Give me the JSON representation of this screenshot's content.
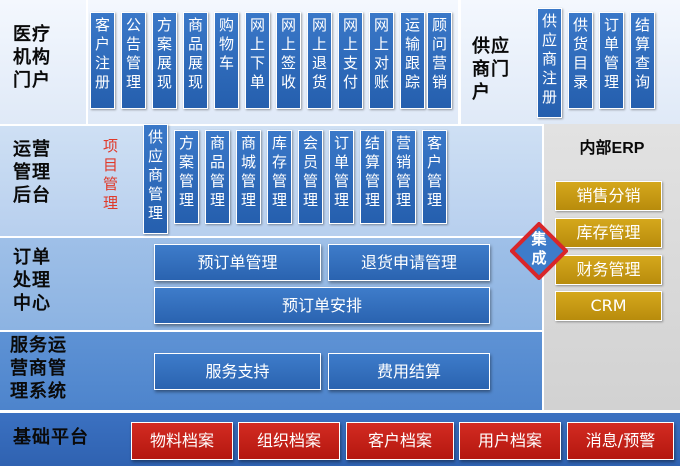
{
  "rows": {
    "portal": {
      "label": "医疗\n机构\n门户",
      "tiles": [
        "客户注册",
        "公告管理",
        "方案展现",
        "商品展现",
        "购物车",
        "网上下单",
        "网上签收",
        "网上退货",
        "网上支付",
        "网上对账",
        "运输跟踪",
        "顾问营销"
      ]
    },
    "supplier": {
      "label": "供应\n商门\n户",
      "tiles": [
        "供应商注册",
        "供货目录",
        "订单管理",
        "结算查询"
      ]
    },
    "ops": {
      "label": "运营\n管理\n后台",
      "tiles": [
        "项目管理",
        "供应商管理",
        "方案管理",
        "商品管理",
        "商城管理",
        "库存管理",
        "会员管理",
        "订单管理",
        "结算管理",
        "营销管理",
        "客户管理"
      ]
    },
    "order": {
      "label": "订单\n处理\n中心",
      "buttons": [
        "预订单管理",
        "退货申请管理",
        "预订单安排"
      ]
    },
    "service": {
      "label": "服务运\n营商管\n理系统",
      "buttons": [
        "服务支持",
        "费用结算"
      ]
    },
    "base": {
      "label": "基础平台",
      "buttons": [
        "物料档案",
        "组织档案",
        "客户档案",
        "用户档案",
        "消息/预警"
      ]
    }
  },
  "erp": {
    "title": "内部ERP",
    "buttons": [
      "销售分销",
      "库存管理",
      "财务管理",
      "CRM"
    ]
  },
  "integration": {
    "label": "集\n成"
  },
  "colors": {
    "tile_blue": "#2f6bbd",
    "erp_gold": "#c99b14",
    "base_red": "#c4221a",
    "highlight_red": "#e03a2a"
  }
}
